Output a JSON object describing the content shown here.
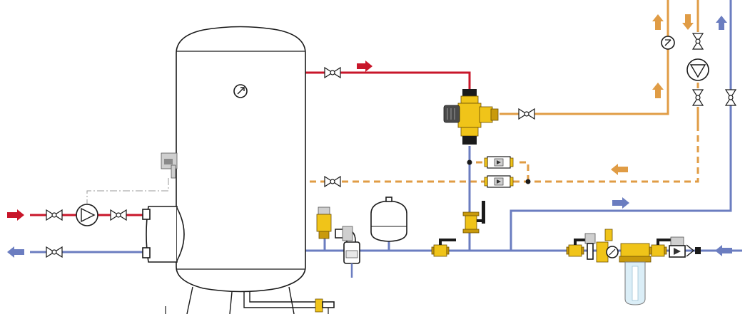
{
  "diagram": {
    "type": "hydraulic-schematic",
    "colors": {
      "hot": "#c8162a",
      "cold": "#6b7dc0",
      "mixed": "#e09c45",
      "brass": "#f0c419",
      "outline": "#1a1a1a",
      "control_line": "#9a9a9a"
    },
    "components": [
      "storage-tank",
      "heat-exchanger-flange",
      "tank-thermometer",
      "tank-thermostat",
      "thermostatic-mixing-valve",
      "circulation-pump",
      "recirculation-pump",
      "expansion-vessel",
      "safety-valve",
      "water-filter",
      "pressure-reducer",
      "ball-valve",
      "check-valve",
      "gate-valve",
      "tank-drain"
    ],
    "flow_arrows": [
      {
        "name": "hot-out",
        "color": "#c8162a",
        "direction": "right"
      },
      {
        "name": "primary-in",
        "color": "#c8162a",
        "direction": "right"
      },
      {
        "name": "primary-out",
        "color": "#6b7dc0",
        "direction": "left"
      },
      {
        "name": "cold-in",
        "color": "#6b7dc0",
        "direction": "left"
      },
      {
        "name": "cold-return",
        "color": "#6b7dc0",
        "direction": "right"
      },
      {
        "name": "recirc",
        "color": "#e09c45",
        "direction": "left"
      }
    ]
  }
}
